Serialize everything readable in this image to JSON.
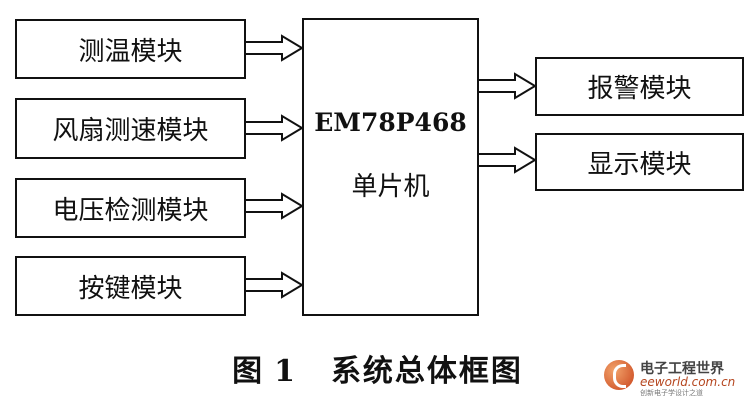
{
  "inputs": [
    {
      "label": "测温模块"
    },
    {
      "label": "风扇测速模块"
    },
    {
      "label": "电压检测模块"
    },
    {
      "label": "按键模块"
    }
  ],
  "mcu": {
    "model": "EM78P468",
    "label": "单片机"
  },
  "outputs": [
    {
      "label": "报警模块"
    },
    {
      "label": "显示模块"
    }
  ],
  "caption": {
    "figure": "图",
    "number": "1",
    "title": "系统总体框图"
  },
  "watermark": {
    "cn": "电子工程世界",
    "en": "eeworld.com.cn",
    "tagline": "创新电子学设计之道"
  }
}
